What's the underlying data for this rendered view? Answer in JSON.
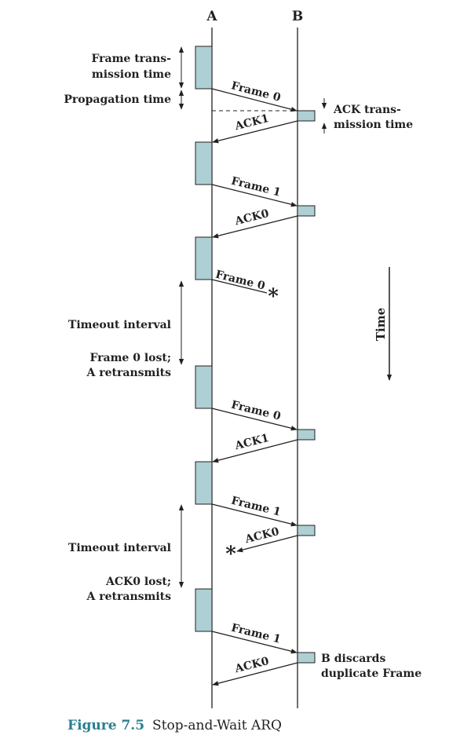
{
  "stations": {
    "a": "A",
    "b": "B"
  },
  "time_label": "Time",
  "annotations": {
    "frame_tx_1": "Frame trans-",
    "frame_tx_2": "mission time",
    "propagation": "Propagation time",
    "ack_tx_1": "ACK trans-",
    "ack_tx_2": "mission time",
    "timeout_1": "Timeout interval",
    "lost1_1": "Frame 0 lost;",
    "lost1_2": "A retransmits",
    "timeout_2": "Timeout interval",
    "lost2_1": "ACK0 lost;",
    "lost2_2": "A retransmits",
    "discard_1": "B discards",
    "discard_2": "duplicate Frame"
  },
  "messages": [
    {
      "label": "Frame 0"
    },
    {
      "label": "ACK1"
    },
    {
      "label": "Frame 1"
    },
    {
      "label": "ACK0"
    },
    {
      "label": "Frame 0"
    },
    {
      "label": "Frame 0"
    },
    {
      "label": "ACK1"
    },
    {
      "label": "Frame 1"
    },
    {
      "label": "ACK0"
    },
    {
      "label": "Frame 1"
    },
    {
      "label": "ACK0"
    }
  ],
  "caption": {
    "figure": "Figure 7.5",
    "title": "Stop-and-Wait ARQ"
  },
  "colors": {
    "box_fill": "#aecfd3",
    "line": "#231f20",
    "caption_accent": "#2a7f8f"
  }
}
